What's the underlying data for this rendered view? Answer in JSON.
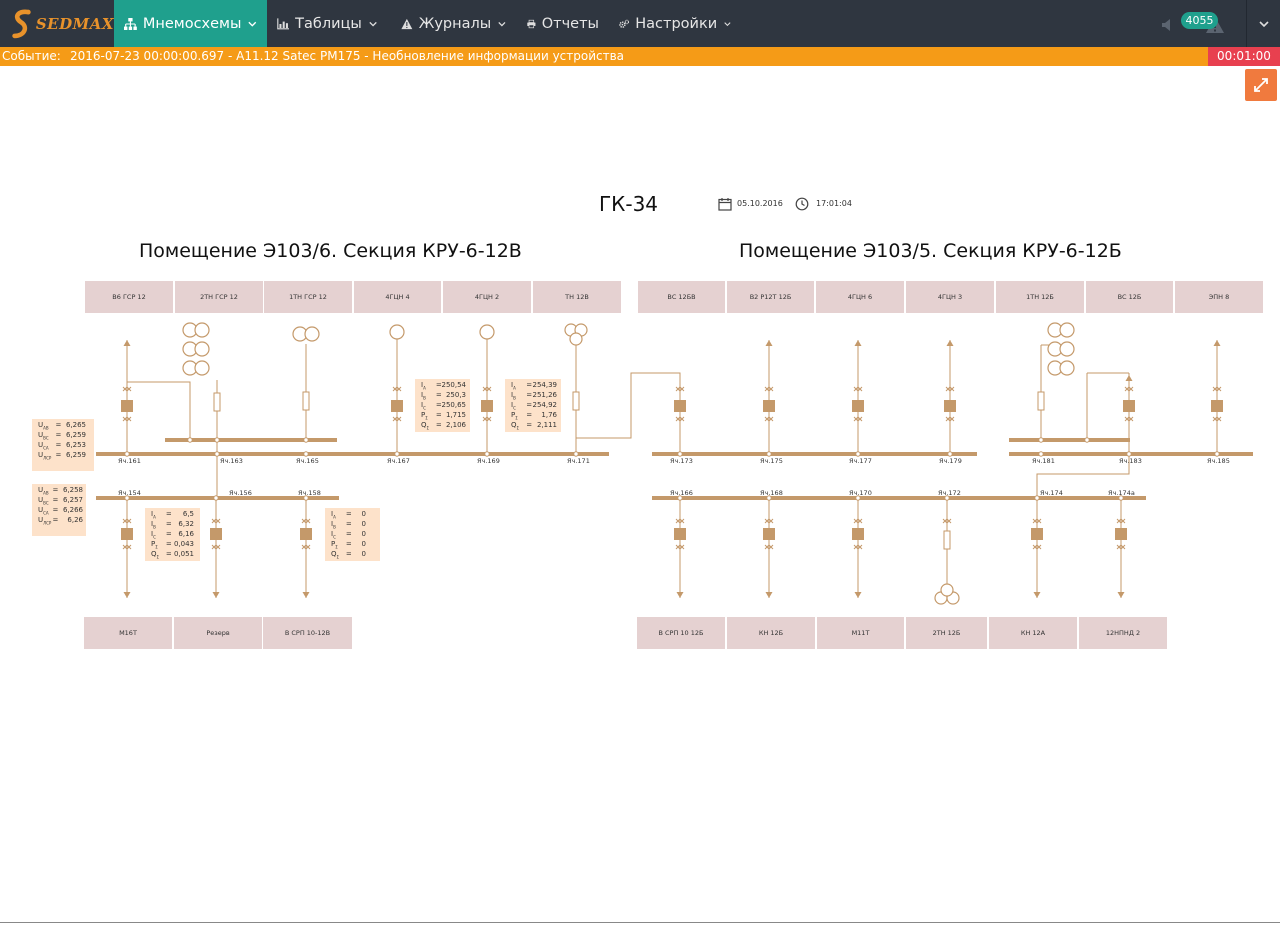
{
  "app": {
    "logo_text": "SEDMAX"
  },
  "nav": {
    "mnemo": "Мнемосхемы",
    "tables": "Таблицы",
    "journals": "Журналы",
    "reports": "Отчеты",
    "settings": "Настройки",
    "notifications_count": "4055"
  },
  "event": {
    "label": "Событие:",
    "text": "2016-07-23 00:00:00.697 - A11.12 Satec PM175 - Необновление информации устройства",
    "timer": "00:01:00"
  },
  "scheme": {
    "title": "ГК-34",
    "date": "05.10.2016",
    "time": "17:01:04",
    "sections": [
      {
        "title": "Помещение Э103/6. Секция КРУ-6-12В"
      },
      {
        "title": "Помещение Э103/5. Секция КРУ-6-12Б"
      }
    ],
    "top_cells_left": [
      "В6 ГСР 12",
      "2ТН ГСР 12",
      "1ТН ГСР 12",
      "4ГЦН 4",
      "4ГЦН 2",
      "ТН 12В"
    ],
    "top_cells_right": [
      "ВС 12БВ",
      "В2 Р12Т 12Б",
      "4ГЦН 6",
      "4ГЦН 3",
      "1ТН 12Б",
      "ВС 12Б",
      "ЭПН 8"
    ],
    "bottom_cells_left": [
      "М16Т",
      "Резерв",
      "В СРП 10-12В"
    ],
    "bottom_cells_right": [
      "В СРП 10 12Б",
      "КН 12Б",
      "М11Т",
      "2ТН 12Б",
      "КН 12А",
      "12НПНД 2"
    ],
    "bays_upper_left": [
      "Яч.161",
      "Яч.163",
      "Яч.165",
      "Яч.167",
      "Яч.169",
      "Яч.171"
    ],
    "bays_lower_left": [
      "Яч.154",
      "Яч.156",
      "Яч.158"
    ],
    "bays_upper_right": [
      "Яч.173",
      "Яч.175",
      "Яч.177",
      "Яч.179",
      "Яч.181",
      "Яч.183",
      "Яч.185"
    ],
    "bays_lower_right": [
      "Яч.166",
      "Яч.168",
      "Яч.170",
      "Яч.172",
      "Яч.174",
      "Яч.174а"
    ],
    "voltage_upper": [
      {
        "name": "U",
        "sub": "АВ",
        "value": "6,265"
      },
      {
        "name": "U",
        "sub": "ВС",
        "value": "6,259"
      },
      {
        "name": "U",
        "sub": "СА",
        "value": "6,253"
      },
      {
        "name": "U",
        "sub": "ЛСР",
        "value": "6,259"
      }
    ],
    "voltage_lower": [
      {
        "name": "U",
        "sub": "АВ",
        "value": "6,258"
      },
      {
        "name": "U",
        "sub": "ВС",
        "value": "6,257"
      },
      {
        "name": "U",
        "sub": "СА",
        "value": "6,266"
      },
      {
        "name": "U",
        "sub": "ЛСР",
        "value": "6,26"
      }
    ],
    "meas_167": [
      {
        "name": "I",
        "sub": "А",
        "value": "250,54"
      },
      {
        "name": "I",
        "sub": "В",
        "value": "250,3"
      },
      {
        "name": "I",
        "sub": "С",
        "value": "250,65"
      },
      {
        "name": "P",
        "sub": "Σ",
        "value": "1,715"
      },
      {
        "name": "Q",
        "sub": "Σ",
        "value": "2,106"
      }
    ],
    "meas_169": [
      {
        "name": "I",
        "sub": "А",
        "value": "254,39"
      },
      {
        "name": "I",
        "sub": "В",
        "value": "251,26"
      },
      {
        "name": "I",
        "sub": "С",
        "value": "254,92"
      },
      {
        "name": "P",
        "sub": "Σ",
        "value": "1,76"
      },
      {
        "name": "Q",
        "sub": "Σ",
        "value": "2,111"
      }
    ],
    "meas_156": [
      {
        "name": "I",
        "sub": "А",
        "value": "6,5"
      },
      {
        "name": "I",
        "sub": "В",
        "value": "6,32"
      },
      {
        "name": "I",
        "sub": "С",
        "value": "6,16"
      },
      {
        "name": "P",
        "sub": "Σ",
        "value": "0,043"
      },
      {
        "name": "Q",
        "sub": "Σ",
        "value": "0,051"
      }
    ],
    "meas_158": [
      {
        "name": "I",
        "sub": "А",
        "value": "0"
      },
      {
        "name": "I",
        "sub": "В",
        "value": "0"
      },
      {
        "name": "I",
        "sub": "С",
        "value": "0"
      },
      {
        "name": "P",
        "sub": "Σ",
        "value": "0"
      },
      {
        "name": "Q",
        "sub": "Σ",
        "value": "0"
      }
    ]
  },
  "colors": {
    "nav_bg": "#2f3640",
    "nav_active": "#1fa08d",
    "event_bg": "#f59b17",
    "timer_bg": "#e8404f",
    "line": "#c4996a",
    "cell_bg": "#e5d1d1",
    "meas_bg": "#fde2ca",
    "fullscreen": "#f07a3e"
  }
}
